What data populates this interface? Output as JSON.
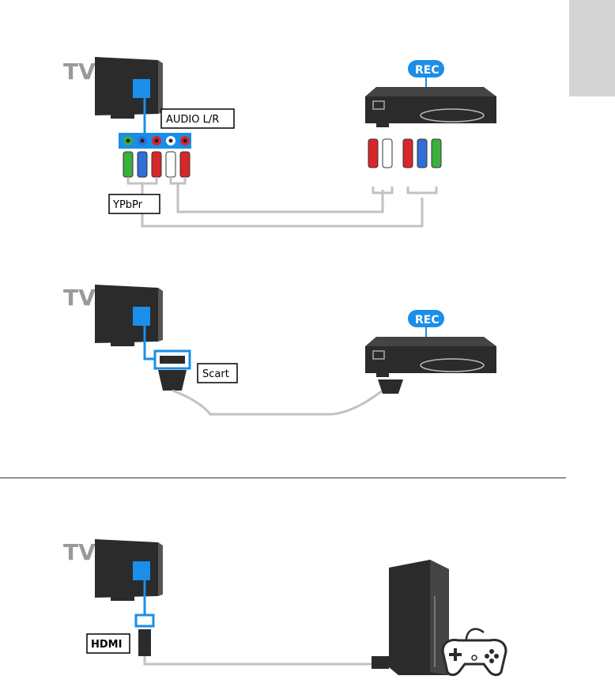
{
  "diagrams": [
    {
      "tv_label": "TV",
      "device_badge": "REC",
      "labels": {
        "audio": "AUDIO L/R",
        "component": "YPbPr"
      },
      "colors": {
        "green": "#3cb03c",
        "blue": "#2f6fd6",
        "red": "#d8262a",
        "white": "#ffffff",
        "cable": "#c2c2c2"
      }
    },
    {
      "tv_label": "TV",
      "device_badge": "REC",
      "labels": {
        "connector": "Scart"
      }
    },
    {
      "tv_label": "TV",
      "labels": {
        "connector": "HDMI"
      }
    }
  ],
  "icons": {
    "tv": "tv-icon",
    "recorder": "dvd-recorder-icon",
    "console": "game-console-icon",
    "gamepad": "gamepad-icon"
  },
  "colors": {
    "accent": "#1a8ee8",
    "dark": "#2b2b2b",
    "tab": "#d4d4d4"
  }
}
